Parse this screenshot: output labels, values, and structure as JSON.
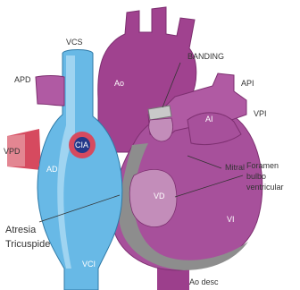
{
  "labels": {
    "vcs": "VCS",
    "apd": "APD",
    "vpd": "VPD",
    "ao_aorta": "Ao",
    "banding": "BANDING",
    "api": "API",
    "vpi": "VPI",
    "ai": "AI",
    "mitral": "Mitral",
    "cia": "CIA",
    "ad": "AD",
    "foramen": [
      "Foramen",
      "bulbo",
      "ventricular"
    ],
    "vd": "VD",
    "vi": "VI",
    "atresia": [
      "Atresia",
      "Tricuspide"
    ],
    "vci": "VCI",
    "ao_desc": "Ao desc"
  },
  "colors": {
    "venous_blue": "#68b9e6",
    "arterial_purple": "#a0428f",
    "ventricle_purple": "#a7509b",
    "septum_gray": "#8d8d8d",
    "pulmonary_vein_red": "#d64a5f",
    "cia_dark_blue": "#23398a"
  }
}
